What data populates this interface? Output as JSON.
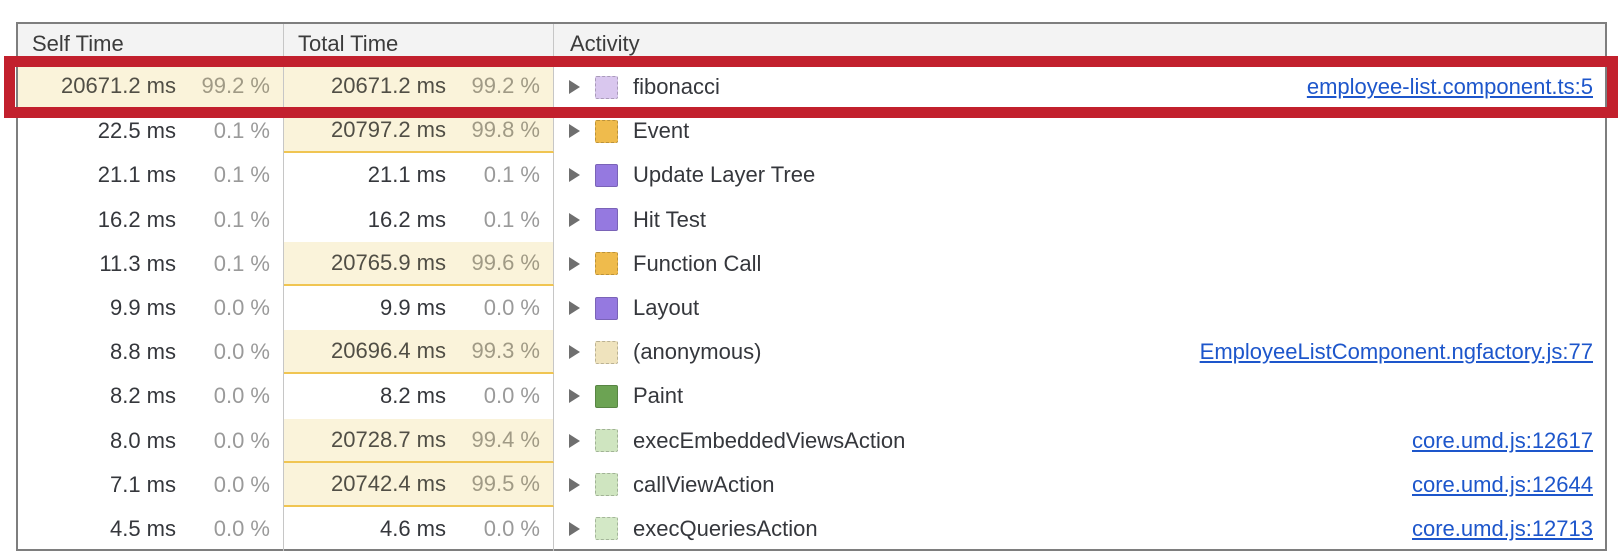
{
  "panel": {
    "name": "performance-bottom-up-view",
    "columns": {
      "self": "Self Time",
      "total": "Total Time",
      "activity": "Activity"
    }
  },
  "colors": {
    "highlight_cell_bg": "#faf3da",
    "highlight_cell_underline": "#f0c552",
    "link_blue": "#1d56cb",
    "annotation_red": "#c2202d",
    "header_bg": "#f3f3f3"
  },
  "rows": [
    {
      "self": {
        "time": "20671.2 ms",
        "pct": "99.2 %",
        "highlight": true
      },
      "total": {
        "time": "20671.2 ms",
        "pct": "99.2 %",
        "highlight": true
      },
      "activity": {
        "label": "fibonacci",
        "swatch": "#d9c7ee",
        "pattern": true,
        "link": "employee-list.component.ts:5"
      },
      "annotated": true
    },
    {
      "self": {
        "time": "22.5 ms",
        "pct": "0.1 %",
        "highlight": false
      },
      "total": {
        "time": "20797.2 ms",
        "pct": "99.8 %",
        "highlight": true
      },
      "activity": {
        "label": "Event",
        "swatch": "#efbb4c",
        "pattern": true,
        "link": ""
      },
      "annotated": false
    },
    {
      "self": {
        "time": "21.1 ms",
        "pct": "0.1 %",
        "highlight": false
      },
      "total": {
        "time": "21.1 ms",
        "pct": "0.1 %",
        "highlight": false
      },
      "activity": {
        "label": "Update Layer Tree",
        "swatch": "#9579e0",
        "pattern": false,
        "link": ""
      },
      "annotated": false
    },
    {
      "self": {
        "time": "16.2 ms",
        "pct": "0.1 %",
        "highlight": false
      },
      "total": {
        "time": "16.2 ms",
        "pct": "0.1 %",
        "highlight": false
      },
      "activity": {
        "label": "Hit Test",
        "swatch": "#9579e0",
        "pattern": false,
        "link": ""
      },
      "annotated": false
    },
    {
      "self": {
        "time": "11.3 ms",
        "pct": "0.1 %",
        "highlight": false
      },
      "total": {
        "time": "20765.9 ms",
        "pct": "99.6 %",
        "highlight": true
      },
      "activity": {
        "label": "Function Call",
        "swatch": "#efbb4c",
        "pattern": true,
        "link": ""
      },
      "annotated": false
    },
    {
      "self": {
        "time": "9.9 ms",
        "pct": "0.0 %",
        "highlight": false
      },
      "total": {
        "time": "9.9 ms",
        "pct": "0.0 %",
        "highlight": false
      },
      "activity": {
        "label": "Layout",
        "swatch": "#9579e0",
        "pattern": false,
        "link": ""
      },
      "annotated": false
    },
    {
      "self": {
        "time": "8.8 ms",
        "pct": "0.0 %",
        "highlight": false
      },
      "total": {
        "time": "20696.4 ms",
        "pct": "99.3 %",
        "highlight": true
      },
      "activity": {
        "label": "(anonymous)",
        "swatch": "#efe3bd",
        "pattern": true,
        "link": "EmployeeListComponent.ngfactory.js:77"
      },
      "annotated": false
    },
    {
      "self": {
        "time": "8.2 ms",
        "pct": "0.0 %",
        "highlight": false
      },
      "total": {
        "time": "8.2 ms",
        "pct": "0.0 %",
        "highlight": false
      },
      "activity": {
        "label": "Paint",
        "swatch": "#6ca353",
        "pattern": false,
        "link": ""
      },
      "annotated": false
    },
    {
      "self": {
        "time": "8.0 ms",
        "pct": "0.0 %",
        "highlight": false
      },
      "total": {
        "time": "20728.7 ms",
        "pct": "99.4 %",
        "highlight": true
      },
      "activity": {
        "label": "execEmbeddedViewsAction",
        "swatch": "#cfe5c0",
        "pattern": true,
        "link": "core.umd.js:12617"
      },
      "annotated": false
    },
    {
      "self": {
        "time": "7.1 ms",
        "pct": "0.0 %",
        "highlight": false
      },
      "total": {
        "time": "20742.4 ms",
        "pct": "99.5 %",
        "highlight": true
      },
      "activity": {
        "label": "callViewAction",
        "swatch": "#cfe5c0",
        "pattern": true,
        "link": "core.umd.js:12644"
      },
      "annotated": false
    },
    {
      "self": {
        "time": "4.5 ms",
        "pct": "0.0 %",
        "highlight": false
      },
      "total": {
        "time": "4.6 ms",
        "pct": "0.0 %",
        "highlight": false
      },
      "activity": {
        "label": "execQueriesAction",
        "swatch": "#d3e8c6",
        "pattern": true,
        "link": "core.umd.js:12713"
      },
      "annotated": false
    }
  ]
}
